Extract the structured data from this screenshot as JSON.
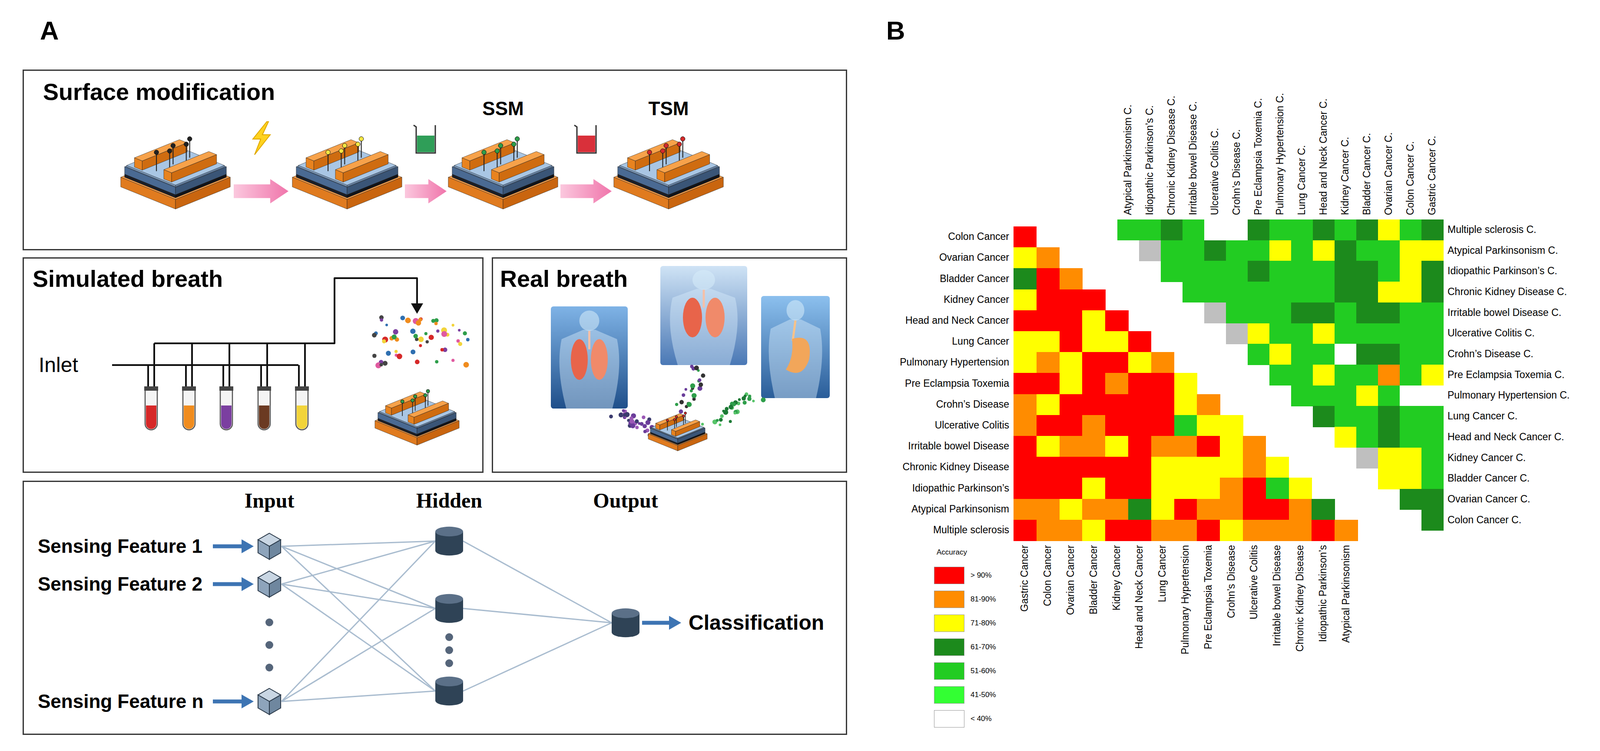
{
  "diagram": {
    "nodes": [
      {
        "text": [
          "Surface modification",
          "SSM",
          "TSM"
        ]
      },
      {
        "text": [
          "Simulated breath",
          "Inlet"
        ]
      },
      {
        "text": [
          "Real breath"
        ]
      },
      {
        "text": [
          "Input",
          "Hidden",
          "Output",
          "Sensing Feature 1",
          "Sensing Feature 2",
          "Sensing Feature n",
          "Classification"
        ]
      }
    ],
    "labels": [
      "A",
      "B",
      "Colon Cancer",
      "Ovarian Cancer",
      "Bladder Cancer",
      "Kidney Cancer",
      "Head and Neck Cancer",
      "Lung Cancer",
      "Pulmonary Hypertension",
      "Pre Eclampsia Toxemia",
      "Crohn’s Disease",
      "Ulcerative Colitis",
      "Irritable bowel Disease",
      "Chronic Kidney Disease",
      "Idiopathic Parkinson’s",
      "Atypical Parkinsonism",
      "Multiple sclerosis",
      "Gastric Cancer",
      "Colon Cancer",
      "Ovarian Cancer",
      "Bladder Cancer",
      "Kidney Cancer",
      "Head and Neck Cancer",
      "Lung Cancer",
      "Pulmonary Hypertension",
      "Pre Eclampsia Toxemia",
      "Crohn’s Disease",
      "Ulcerative Colitis",
      "Irritable bowel Disease",
      "Chronic Kidney Disease",
      "Idiopathic Parkinson’s",
      "Atypical Parkinsonism",
      "Atypical Parkinsonism C.",
      "Idiopathic Parkinson’s C.",
      "Chronic Kidney Disease C.",
      "Irritable bowel Disease C.",
      "Ulcerative Colitis C.",
      "Crohn’s Disease C.",
      "Pre Eclampsia Toxemia C.",
      "Pulmonary Hypertension C.",
      "Lung Cancer C.",
      "Head and Neck Cancer C.",
      "Kidney Cancer C.",
      "Bladder Cancer C.",
      "Ovarian Cancer C.",
      "Colon Cancer C.",
      "Gastric Cancer C.",
      "Multiple sclerosis C.",
      "Atypical Parkinsonism C.",
      "Idiopathic Parkinson’s C.",
      "Chronic Kidney Disease C.",
      "Irritable bowel Disease C.",
      "Ulcerative Colitis C.",
      "Crohn’s Disease C.",
      "Pre Eclampsia Toxemia C.",
      "Pulmonary Hypertension C.",
      "Lung Cancer C.",
      "Head and Neck Cancer C.",
      "Kidney Cancer C.",
      "Bladder Cancer C.",
      "Ovarian Cancer C.",
      "Colon Cancer C.",
      "Accuracy"
    ],
    "legend": [
      {
        "text": "> 90%",
        "color": "#ff0000"
      },
      {
        "text": "81-90%",
        "color": "#ff8c00"
      },
      {
        "text": "71-80%",
        "color": "#ffff00"
      },
      {
        "text": "61-70%",
        "color": "#1c8a1c"
      },
      {
        "text": "51-60%",
        "color": "#22cc22"
      },
      {
        "text": "41-50%",
        "color": "#33ff33"
      },
      {
        "text": "< 40%",
        "color": "#ffffff"
      }
    ]
  }
}
